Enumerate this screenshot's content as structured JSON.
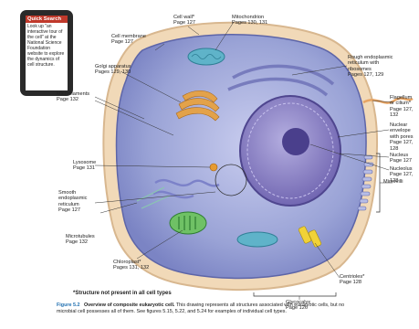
{
  "quick_search": {
    "title": "Quick Search",
    "body": "Look up \"an interactive tour of the cell\" at the National Science Foundation website to explore the dynamics of cell structure."
  },
  "labels": {
    "cell_wall": {
      "title": "Cell wall*",
      "pages": "Page 127"
    },
    "mitochondrion": {
      "title": "Mitochondrion",
      "pages": "Pages 130, 131"
    },
    "cell_membrane": {
      "title": "Cell membrane",
      "pages": "Page 127"
    },
    "golgi": {
      "title": "Golgi apparatus",
      "pages": "Pages 129, 130"
    },
    "rough_er": {
      "title": "Rough endoplasmic reticulum with ribosomes",
      "pages": "Pages 127, 129"
    },
    "microfilaments": {
      "title": "Microfilaments",
      "pages": "Page 132"
    },
    "flagellum": {
      "title": "Flagellum or cilium*",
      "pages": "Page 127, 132"
    },
    "nuclear_envelope": {
      "title": "Nuclear envelope with pores",
      "pages": "Page 127, 128"
    },
    "nucleus": {
      "title": "Nucleus",
      "pages": "Page 127"
    },
    "nucleolus": {
      "title": "Nucleolus",
      "pages": "Page 127, 128"
    },
    "lysosome": {
      "title": "Lysosome",
      "pages": "Page 131"
    },
    "smooth_er": {
      "title": "Smooth endoplasmic reticulum",
      "pages": "Page 127"
    },
    "microtubules": {
      "title": "Microtubules",
      "pages": "Page 132"
    },
    "microvilli": {
      "title": "Microvilli",
      "pages": ""
    },
    "chloroplast": {
      "title": "Chloroplast*",
      "pages": "Pages 131, 132"
    },
    "centrioles": {
      "title": "Centrioles*",
      "pages": "Page 128"
    },
    "glycocalyx": {
      "title": "Glycocalyx",
      "pages": "Page 126"
    }
  },
  "footnote": "*Structure not present in all cell types",
  "caption": {
    "figure": "Figure 5.2",
    "title": "Overview of composite eukaryotic cell.",
    "text": "This drawing represents all structures associated with eukaryotic cells, but no microbial cell possesses all of them. See figures 5.15, 5.22, and 5.24 for examples of individual cell types."
  },
  "colors": {
    "cytoplasm": "#9aa3d6",
    "cell_wall": "#f1d9b8",
    "nucleus": "#8a7fc0",
    "nucleolus": "#4a3f8c",
    "accent_red": "#c0392b",
    "caption_blue": "#1f6fb0"
  }
}
